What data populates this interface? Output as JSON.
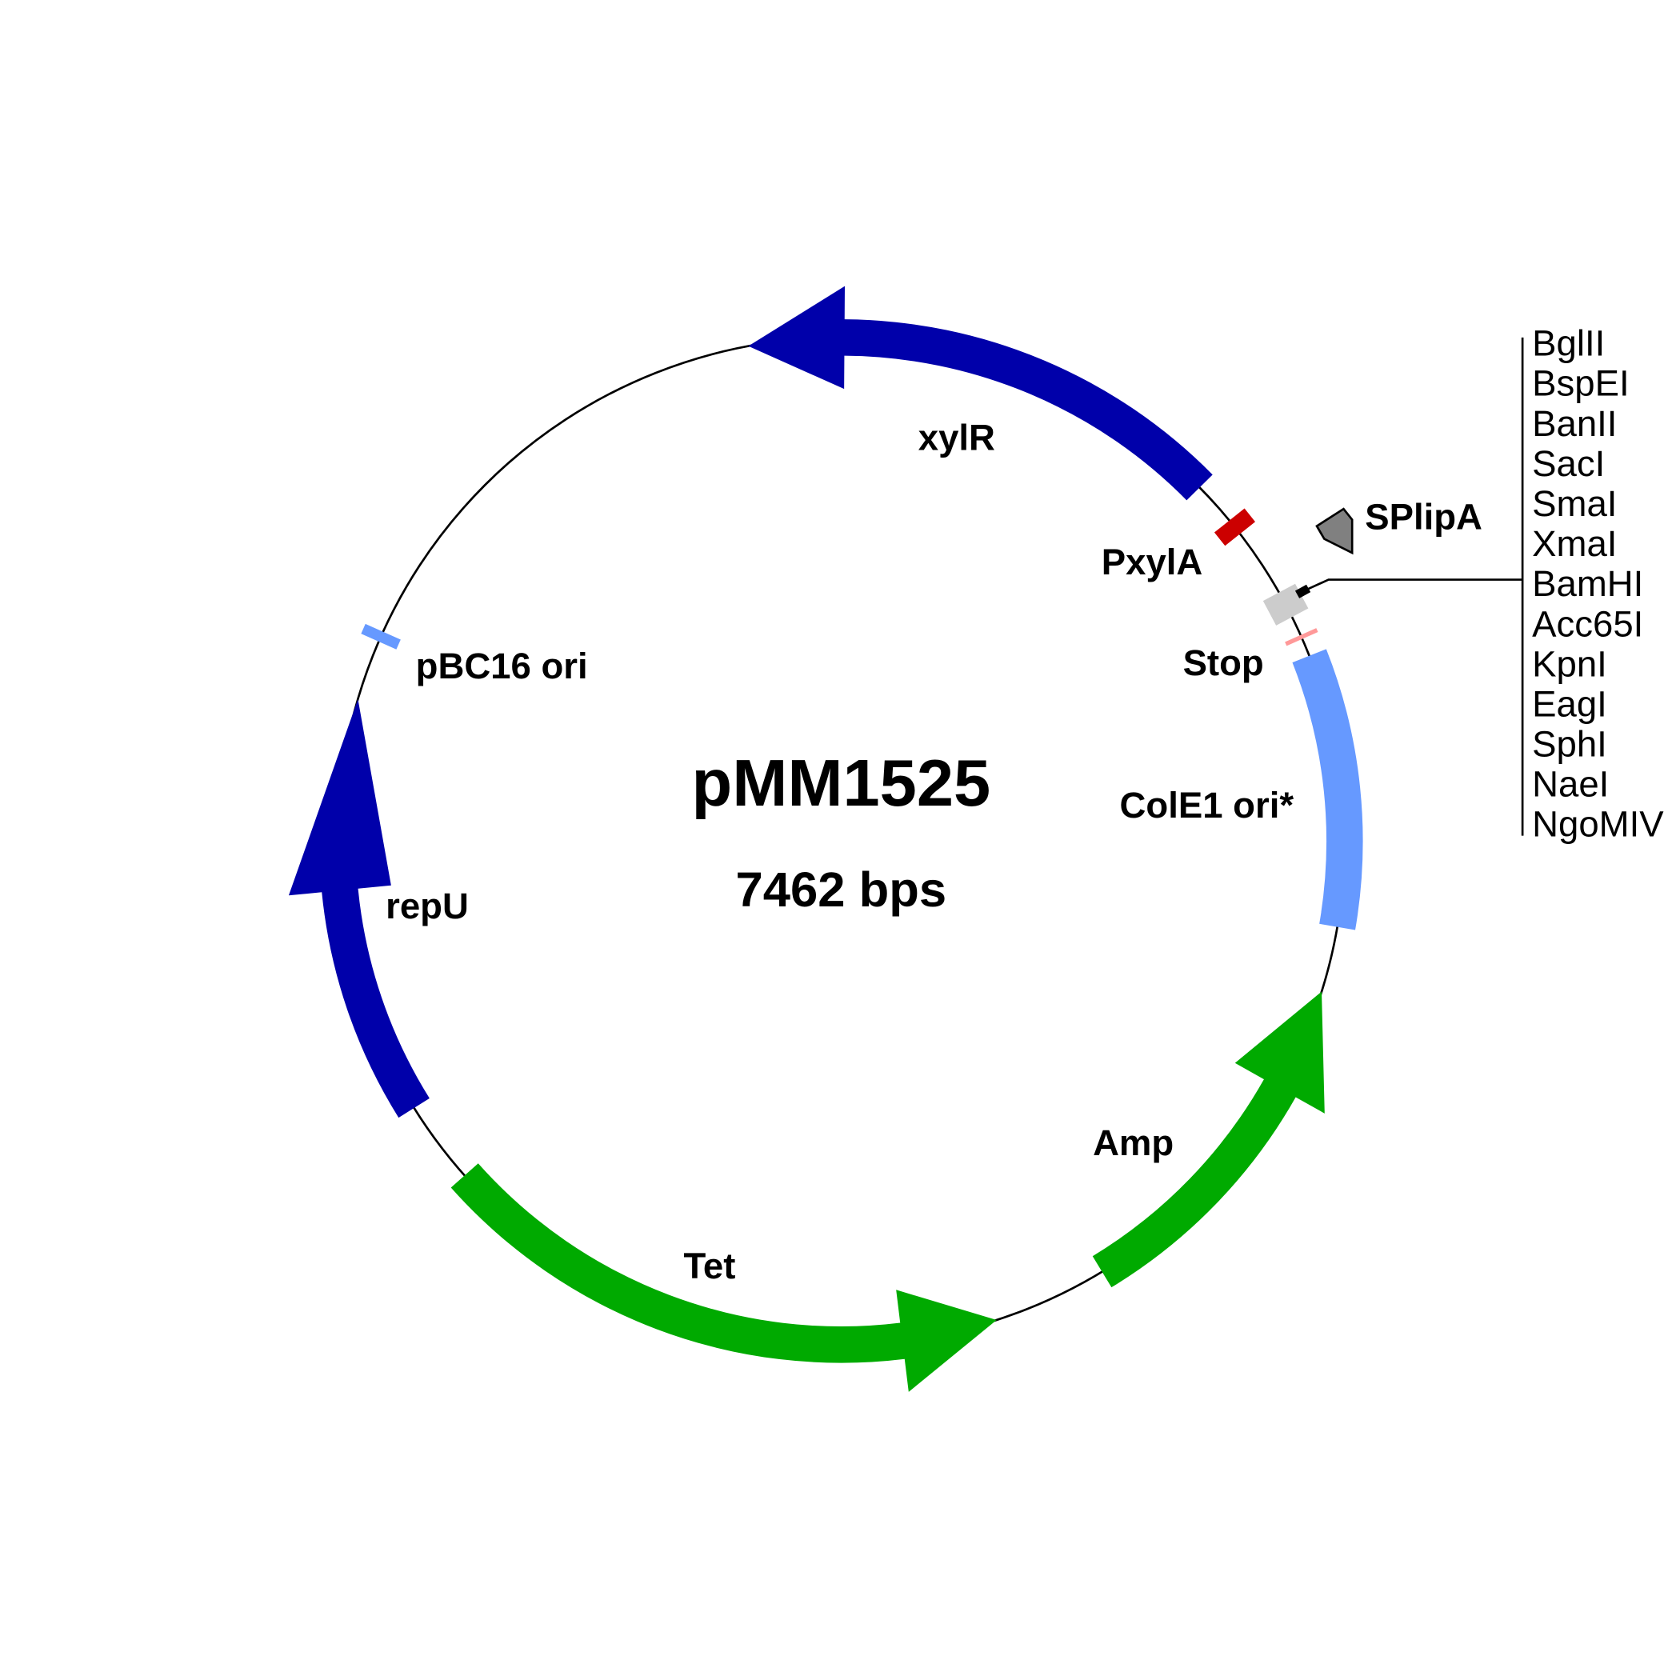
{
  "plasmid": {
    "name": "pMM1525",
    "size_label": "7462 bps",
    "length_bp": 7462
  },
  "features": [
    {
      "id": "xylR",
      "label": "xylR",
      "start": 7242,
      "end": 941,
      "strand": -1,
      "type": "gene",
      "color": "#0000AA"
    },
    {
      "id": "Amp",
      "label": "Amp",
      "start": 2226,
      "end": 3084,
      "strand": -1,
      "type": "gene",
      "color": "#00AA00"
    },
    {
      "id": "Tet",
      "label": "Tet",
      "start": 3358,
      "end": 4734,
      "strand": -1,
      "type": "gene",
      "color": "#00AA00"
    },
    {
      "id": "repU",
      "label": "repU",
      "start": 4933,
      "end": 5936,
      "strand": 1,
      "type": "gene",
      "color": "#0000AA"
    },
    {
      "id": "ColE1",
      "label": "ColE1 ori*",
      "start": 1418,
      "end": 2069,
      "strand": 0,
      "type": "origin",
      "color": "#6699FF"
    }
  ],
  "markers": [
    {
      "id": "PxylA",
      "label": "PxylA",
      "pos": 1066,
      "type": "promoter",
      "color": "#CC0000"
    },
    {
      "id": "pBC16",
      "label": "pBC16 ori",
      "pos": 6093,
      "type": "origin",
      "color": "#6699FF"
    },
    {
      "id": "Stop",
      "label": "Stop",
      "pos": 1370,
      "type": "terminator",
      "color": "#FF9999"
    },
    {
      "id": "mcs",
      "label": "",
      "pos": 1285,
      "type": "misc",
      "color": "#CCCCCC"
    }
  ],
  "signal_peptide": {
    "label": "SPlipA",
    "color": "#808080"
  },
  "enzymes": {
    "pos": 1264,
    "names": [
      "BglII",
      "BspEI",
      "BanII",
      "SacI",
      "SmaI",
      "XmaI",
      "BamHI",
      "Acc65I",
      "KpnI",
      "EagI",
      "SphI",
      "NaeI",
      "NgoMIV"
    ]
  }
}
